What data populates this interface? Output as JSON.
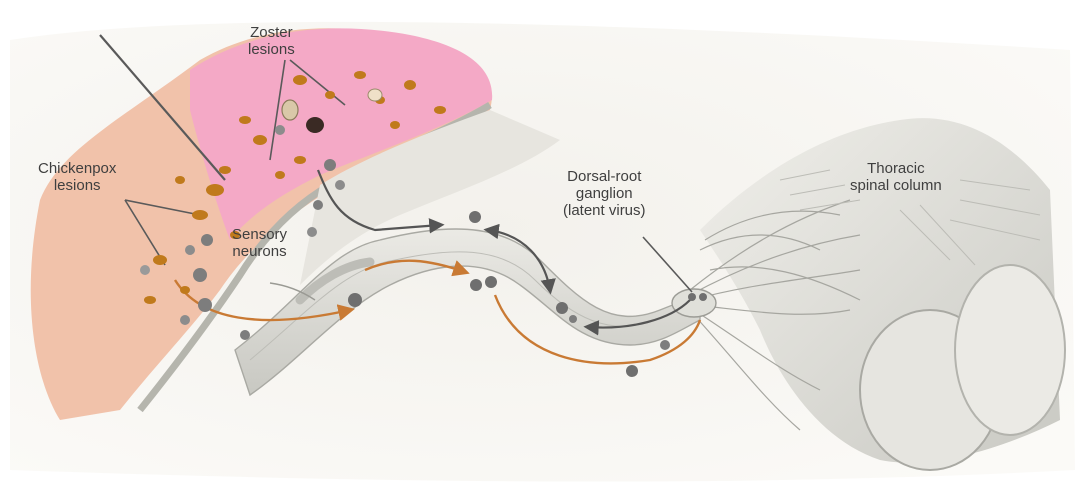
{
  "labels": {
    "zoster": [
      "Zoster",
      "lesions"
    ],
    "chickenpox": [
      "Chickenpox",
      "lesions"
    ],
    "sensory": [
      "Sensory",
      "neurons"
    ],
    "dorsal": [
      "Dorsal-root",
      "ganglion",
      "(latent virus)"
    ],
    "thoracic": [
      "Thoracic",
      "spinal column"
    ]
  },
  "colors": {
    "skin_outer": "#f1c2aa",
    "skin_pink": "#f4a9c6",
    "lesion": "#c07a1c",
    "virus": "#7d7d7d",
    "orange_path": "#c97a34",
    "gray_path": "#555555",
    "nerve": "#d3d3cd",
    "bone": "#dcdcd6"
  },
  "icons": [
    "virus-particle-icon",
    "lesion-icon",
    "arrowhead-icon"
  ]
}
